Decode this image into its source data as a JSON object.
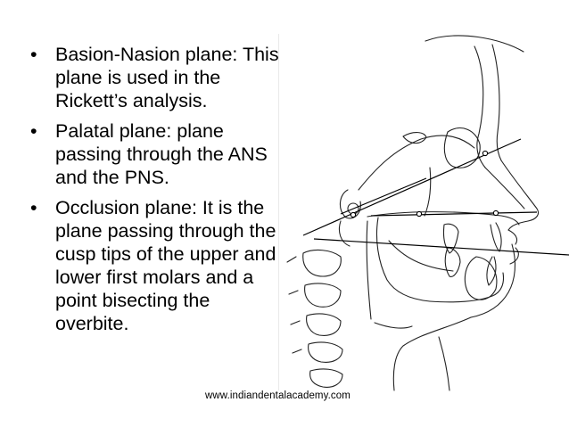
{
  "bullets": [
    {
      "text": "Basion-Nasion plane: This plane is used in the Rickett’s analysis."
    },
    {
      "text": "Palatal plane: plane passing through the ANS and the PNS."
    },
    {
      "text": "Occlusion plane: It is the plane passing through the cusp tips of the upper and lower first molars and a point bisecting the overbite."
    }
  ],
  "bullet_symbol": "•",
  "watermark": "www.indiandentalacademy.com",
  "colors": {
    "background": "#ffffff",
    "text": "#000000",
    "drawing": "#222222"
  },
  "figure": {
    "icon": "cephalometric-tracing",
    "planes": [
      "basion-nasion-plane",
      "palatal-plane",
      "occlusion-plane"
    ]
  }
}
